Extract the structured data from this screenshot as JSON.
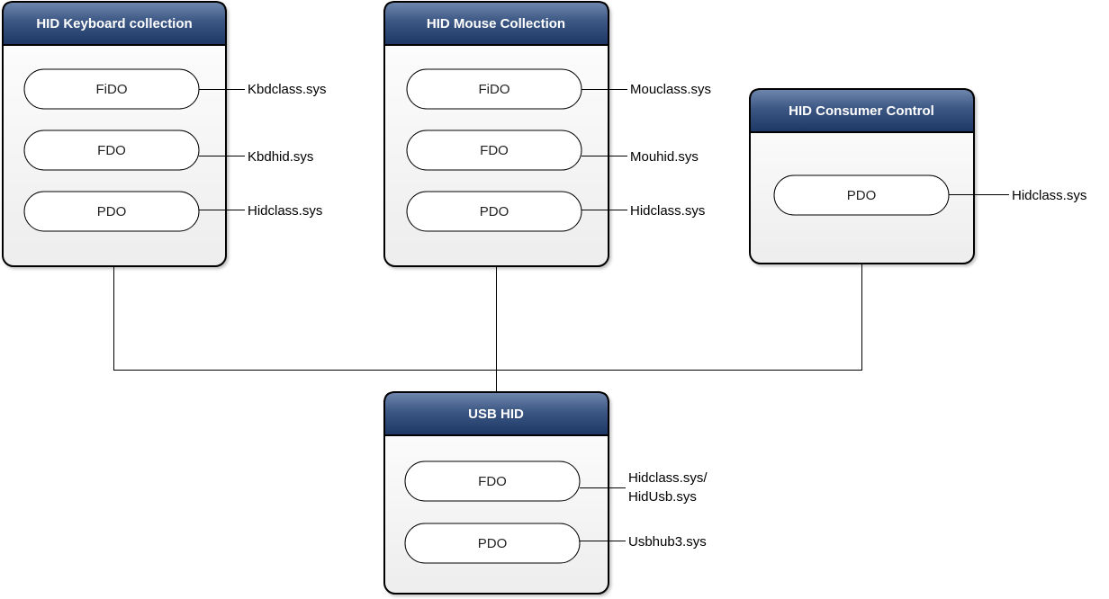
{
  "containers": {
    "keyboard": {
      "title": "HID Keyboard collection",
      "items": [
        {
          "label": "FiDO",
          "driver": "Kbdclass.sys"
        },
        {
          "label": "FDO",
          "driver": "Kbdhid.sys"
        },
        {
          "label": "PDO",
          "driver": "Hidclass.sys"
        }
      ]
    },
    "mouse": {
      "title": "HID Mouse Collection",
      "items": [
        {
          "label": "FiDO",
          "driver": "Mouclass.sys"
        },
        {
          "label": "FDO",
          "driver": "Mouhid.sys"
        },
        {
          "label": "PDO",
          "driver": "Hidclass.sys"
        }
      ]
    },
    "consumer": {
      "title": "HID Consumer Control",
      "items": [
        {
          "label": "PDO",
          "driver": "Hidclass.sys"
        }
      ]
    },
    "usb": {
      "title": "USB HID",
      "items": [
        {
          "label": "FDO",
          "driver_line1": "Hidclass.sys/",
          "driver_line2": "HidUsb.sys"
        },
        {
          "label": "PDO",
          "driver": "Usbhub3.sys"
        }
      ]
    }
  },
  "colors": {
    "header_top": "#6f86ad",
    "header_bottom": "#1f3a66",
    "body_fill": "#f4f4f4",
    "stroke": "#000000"
  }
}
